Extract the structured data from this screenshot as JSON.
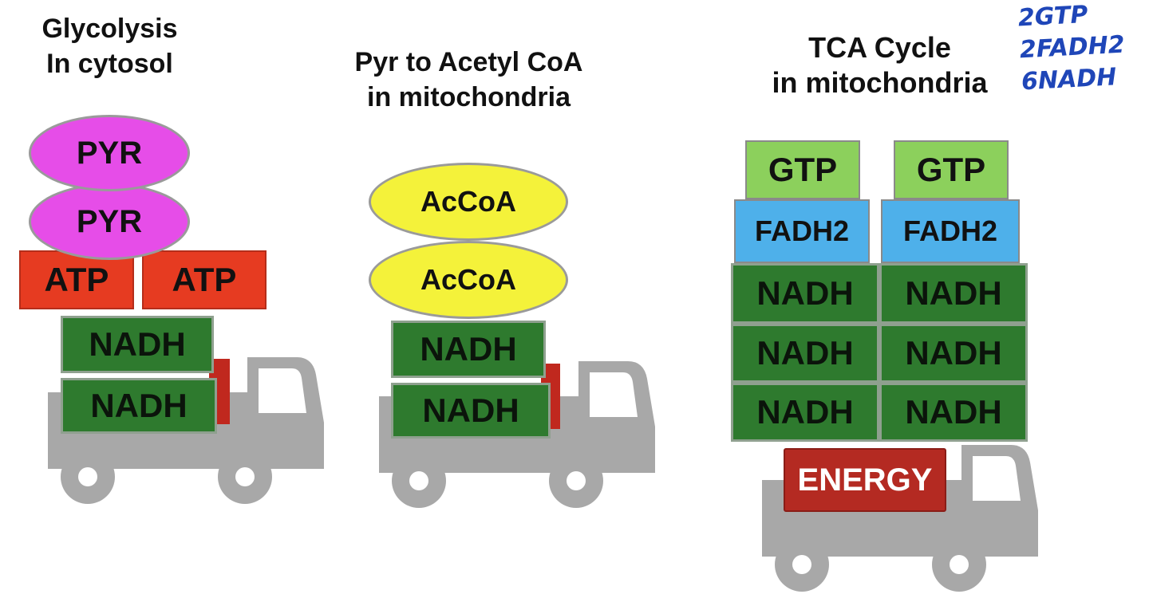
{
  "panels": {
    "glycolysis": {
      "title": "Glycolysis\nIn cytosol",
      "pyr_1": "PYR",
      "pyr_2": "PYR",
      "atp_1": "ATP",
      "atp_2": "ATP",
      "nadh_1": "NADH",
      "nadh_2": "NADH"
    },
    "pyr_to_acetyl": {
      "title": "Pyr to Acetyl CoA\nin mitochondria",
      "accoa_1": "AcCoA",
      "accoa_2": "AcCoA",
      "nadh_1": "NADH",
      "nadh_2": "NADH"
    },
    "tca": {
      "title": "TCA Cycle\nin mitochondria",
      "gtp_1": "GTP",
      "gtp_2": "GTP",
      "fadh2_1": "FADH2",
      "fadh2_2": "FADH2",
      "nadh": [
        "NADH",
        "NADH",
        "NADH",
        "NADH",
        "NADH",
        "NADH"
      ],
      "energy": "ENERGY"
    }
  },
  "handwritten_note": {
    "line1": "2GTP",
    "line2": "2FADH2",
    "line3": "6NADH"
  },
  "colors": {
    "pyr": "#e64de8",
    "accoa": "#f4f23a",
    "atp": "#e63b21",
    "nadh": "#2e7a2e",
    "gtp": "#8cd05c",
    "fadh2": "#4eb0ea",
    "energy": "#b42a22",
    "truck": "#a8a8a8",
    "handwriting": "#1f46b8"
  }
}
